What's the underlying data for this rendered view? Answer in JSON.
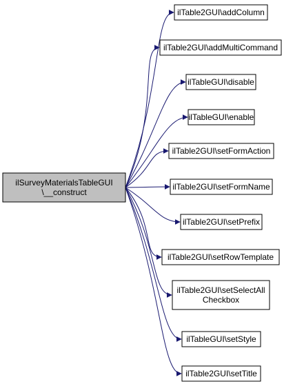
{
  "colors": {
    "edge": "#191970",
    "node_border": "#000000",
    "node_fill": "#ffffff",
    "source_fill": "#bfbfbf",
    "text": "#000000"
  },
  "source": {
    "lines": [
      "ilSurveyMaterialsTableGUI",
      "\\__construct"
    ]
  },
  "targets": [
    {
      "lines": [
        "ilTable2GUI\\addColumn"
      ]
    },
    {
      "lines": [
        "ilTable2GUI\\addMultiCommand"
      ]
    },
    {
      "lines": [
        "ilTableGUI\\disable"
      ]
    },
    {
      "lines": [
        "ilTableGUI\\enable"
      ]
    },
    {
      "lines": [
        "ilTable2GUI\\setFormAction"
      ]
    },
    {
      "lines": [
        "ilTable2GUI\\setFormName"
      ]
    },
    {
      "lines": [
        "ilTable2GUI\\setPrefix"
      ]
    },
    {
      "lines": [
        "ilTable2GUI\\setRowTemplate"
      ]
    },
    {
      "lines": [
        "ilTable2GUI\\setSelectAll",
        "Checkbox"
      ]
    },
    {
      "lines": [
        "ilTableGUI\\setStyle"
      ]
    },
    {
      "lines": [
        "ilTable2GUI\\setTitle"
      ]
    }
  ]
}
